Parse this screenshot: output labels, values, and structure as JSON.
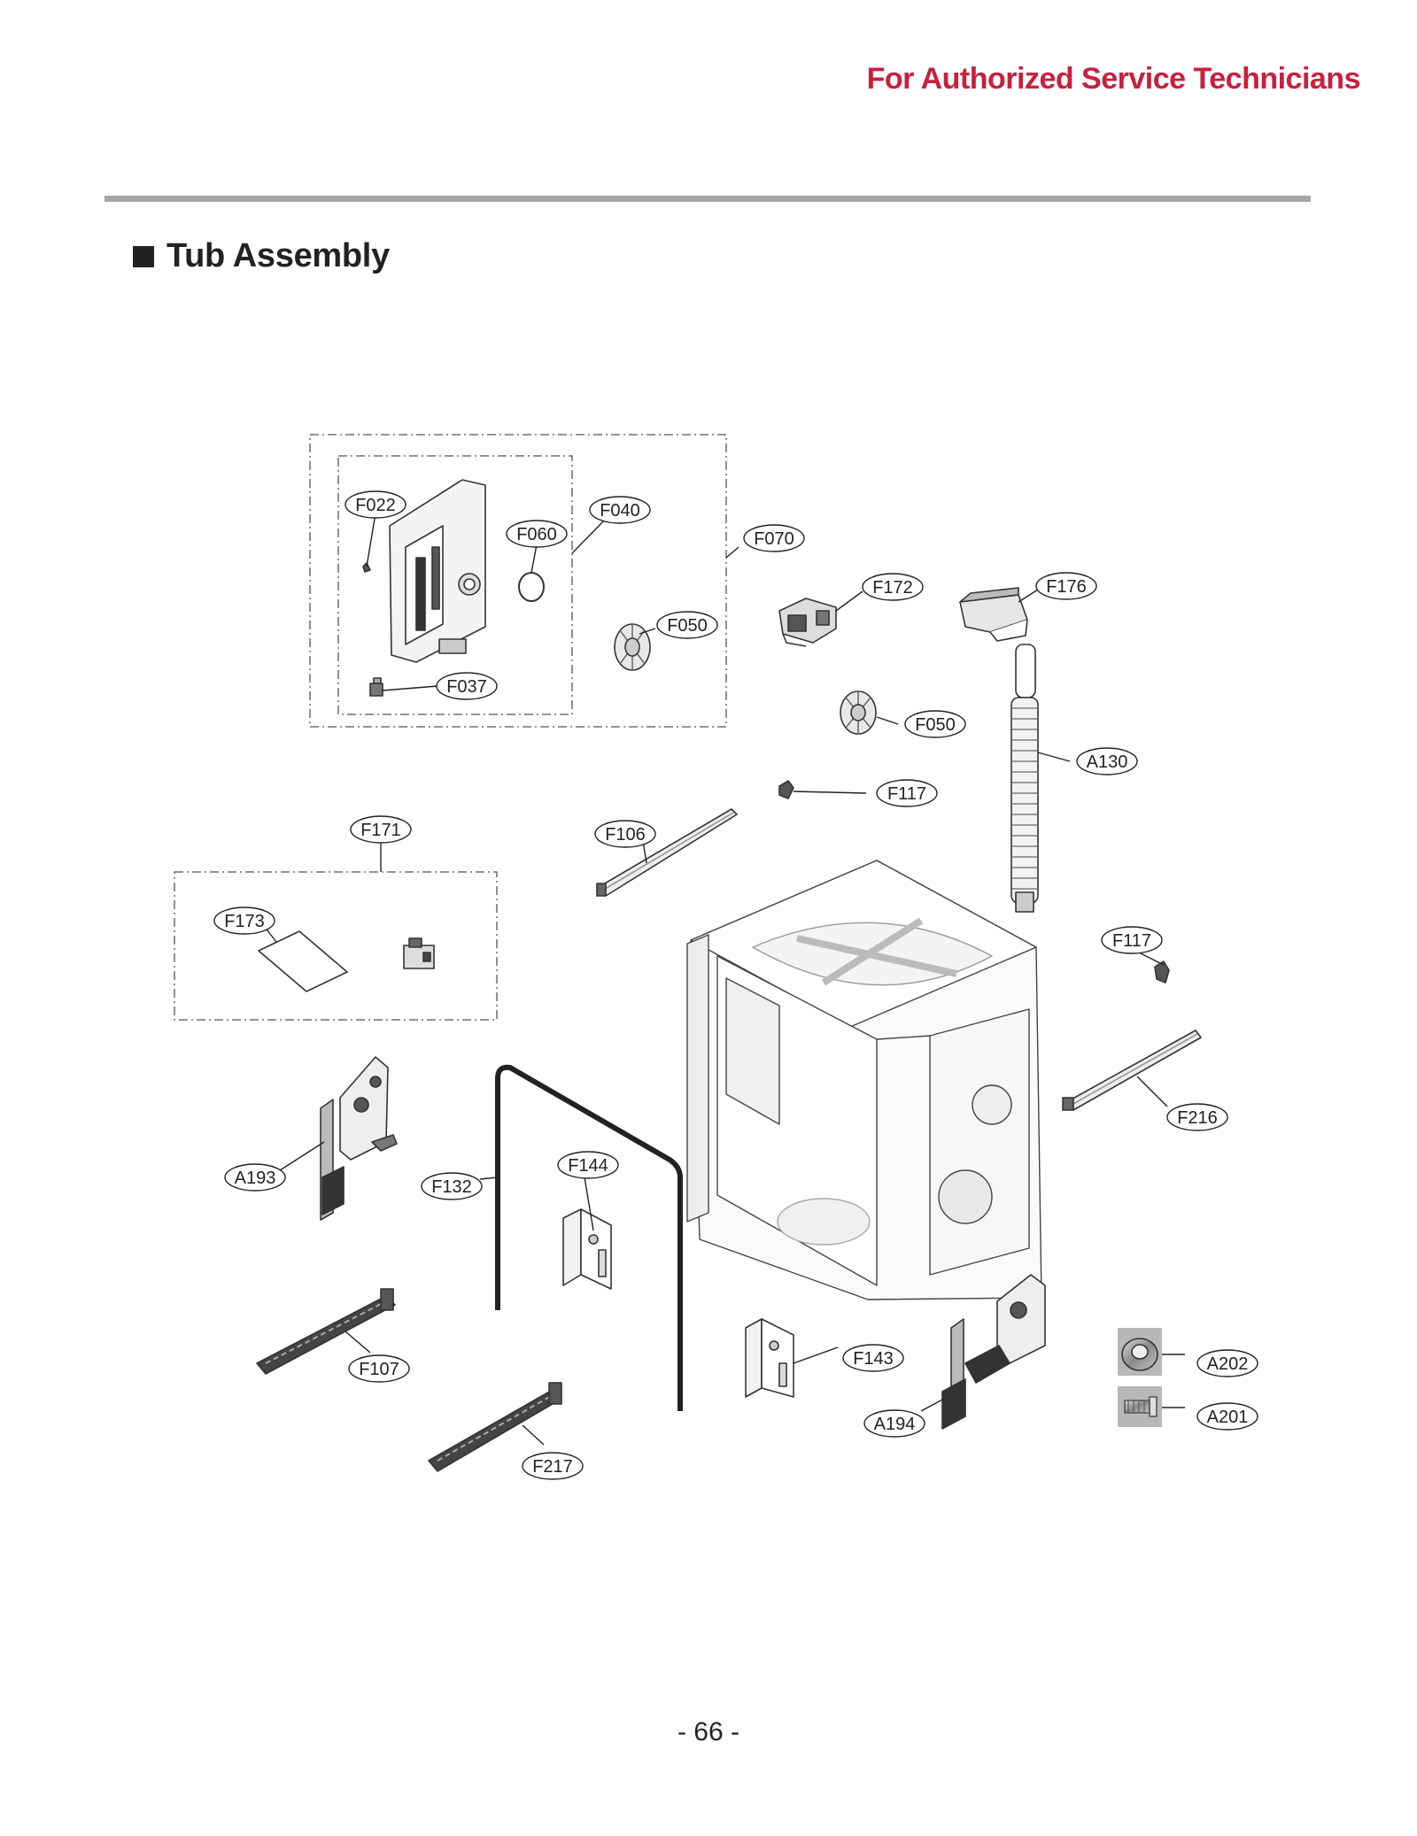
{
  "header": {
    "note": "For Authorized Service Technicians",
    "note_color": "#c8203f",
    "rule_color": "#a7a7a7"
  },
  "section": {
    "title": "Tub Assembly"
  },
  "callouts": [
    {
      "label": "F022"
    },
    {
      "label": "F040"
    },
    {
      "label": "F060"
    },
    {
      "label": "F070"
    },
    {
      "label": "F050"
    },
    {
      "label": "F037"
    },
    {
      "label": "F172"
    },
    {
      "label": "F176"
    },
    {
      "label": "F050"
    },
    {
      "label": "A130"
    },
    {
      "label": "F117"
    },
    {
      "label": "F171"
    },
    {
      "label": "F106"
    },
    {
      "label": "F173"
    },
    {
      "label": "F117"
    },
    {
      "label": "F216"
    },
    {
      "label": "A193"
    },
    {
      "label": "F132"
    },
    {
      "label": "F144"
    },
    {
      "label": "F143"
    },
    {
      "label": "A202"
    },
    {
      "label": "F107"
    },
    {
      "label": "A194"
    },
    {
      "label": "A201"
    },
    {
      "label": "F217"
    }
  ],
  "footer": {
    "page_number": "- 66 -"
  }
}
